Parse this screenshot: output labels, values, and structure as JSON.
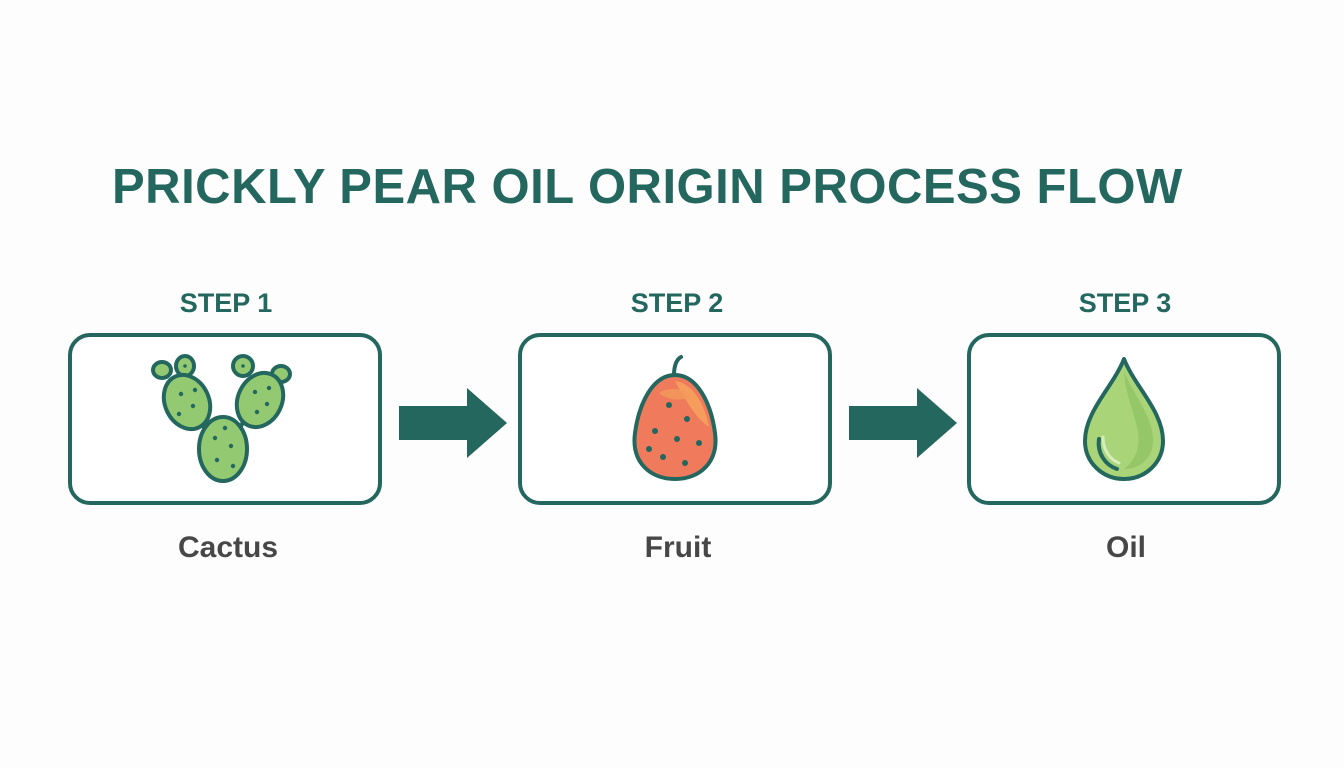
{
  "diagram": {
    "title": "PRICKLY PEAR OIL ORIGIN PROCESS FLOW",
    "steps": [
      {
        "label": "STEP 1",
        "caption": "Cactus",
        "icon": "cactus-icon"
      },
      {
        "label": "STEP 2",
        "caption": "Fruit",
        "icon": "prickly-pear-fruit-icon"
      },
      {
        "label": "STEP 3",
        "caption": "Oil",
        "icon": "oil-drop-icon"
      }
    ],
    "connectors": [
      "arrow-right-icon",
      "arrow-right-icon"
    ],
    "colors": {
      "primary": "#23675f",
      "caption": "#474747",
      "cactus": "#92c971",
      "fruit": "#ef7a5c",
      "oil": "#a9d478"
    }
  }
}
